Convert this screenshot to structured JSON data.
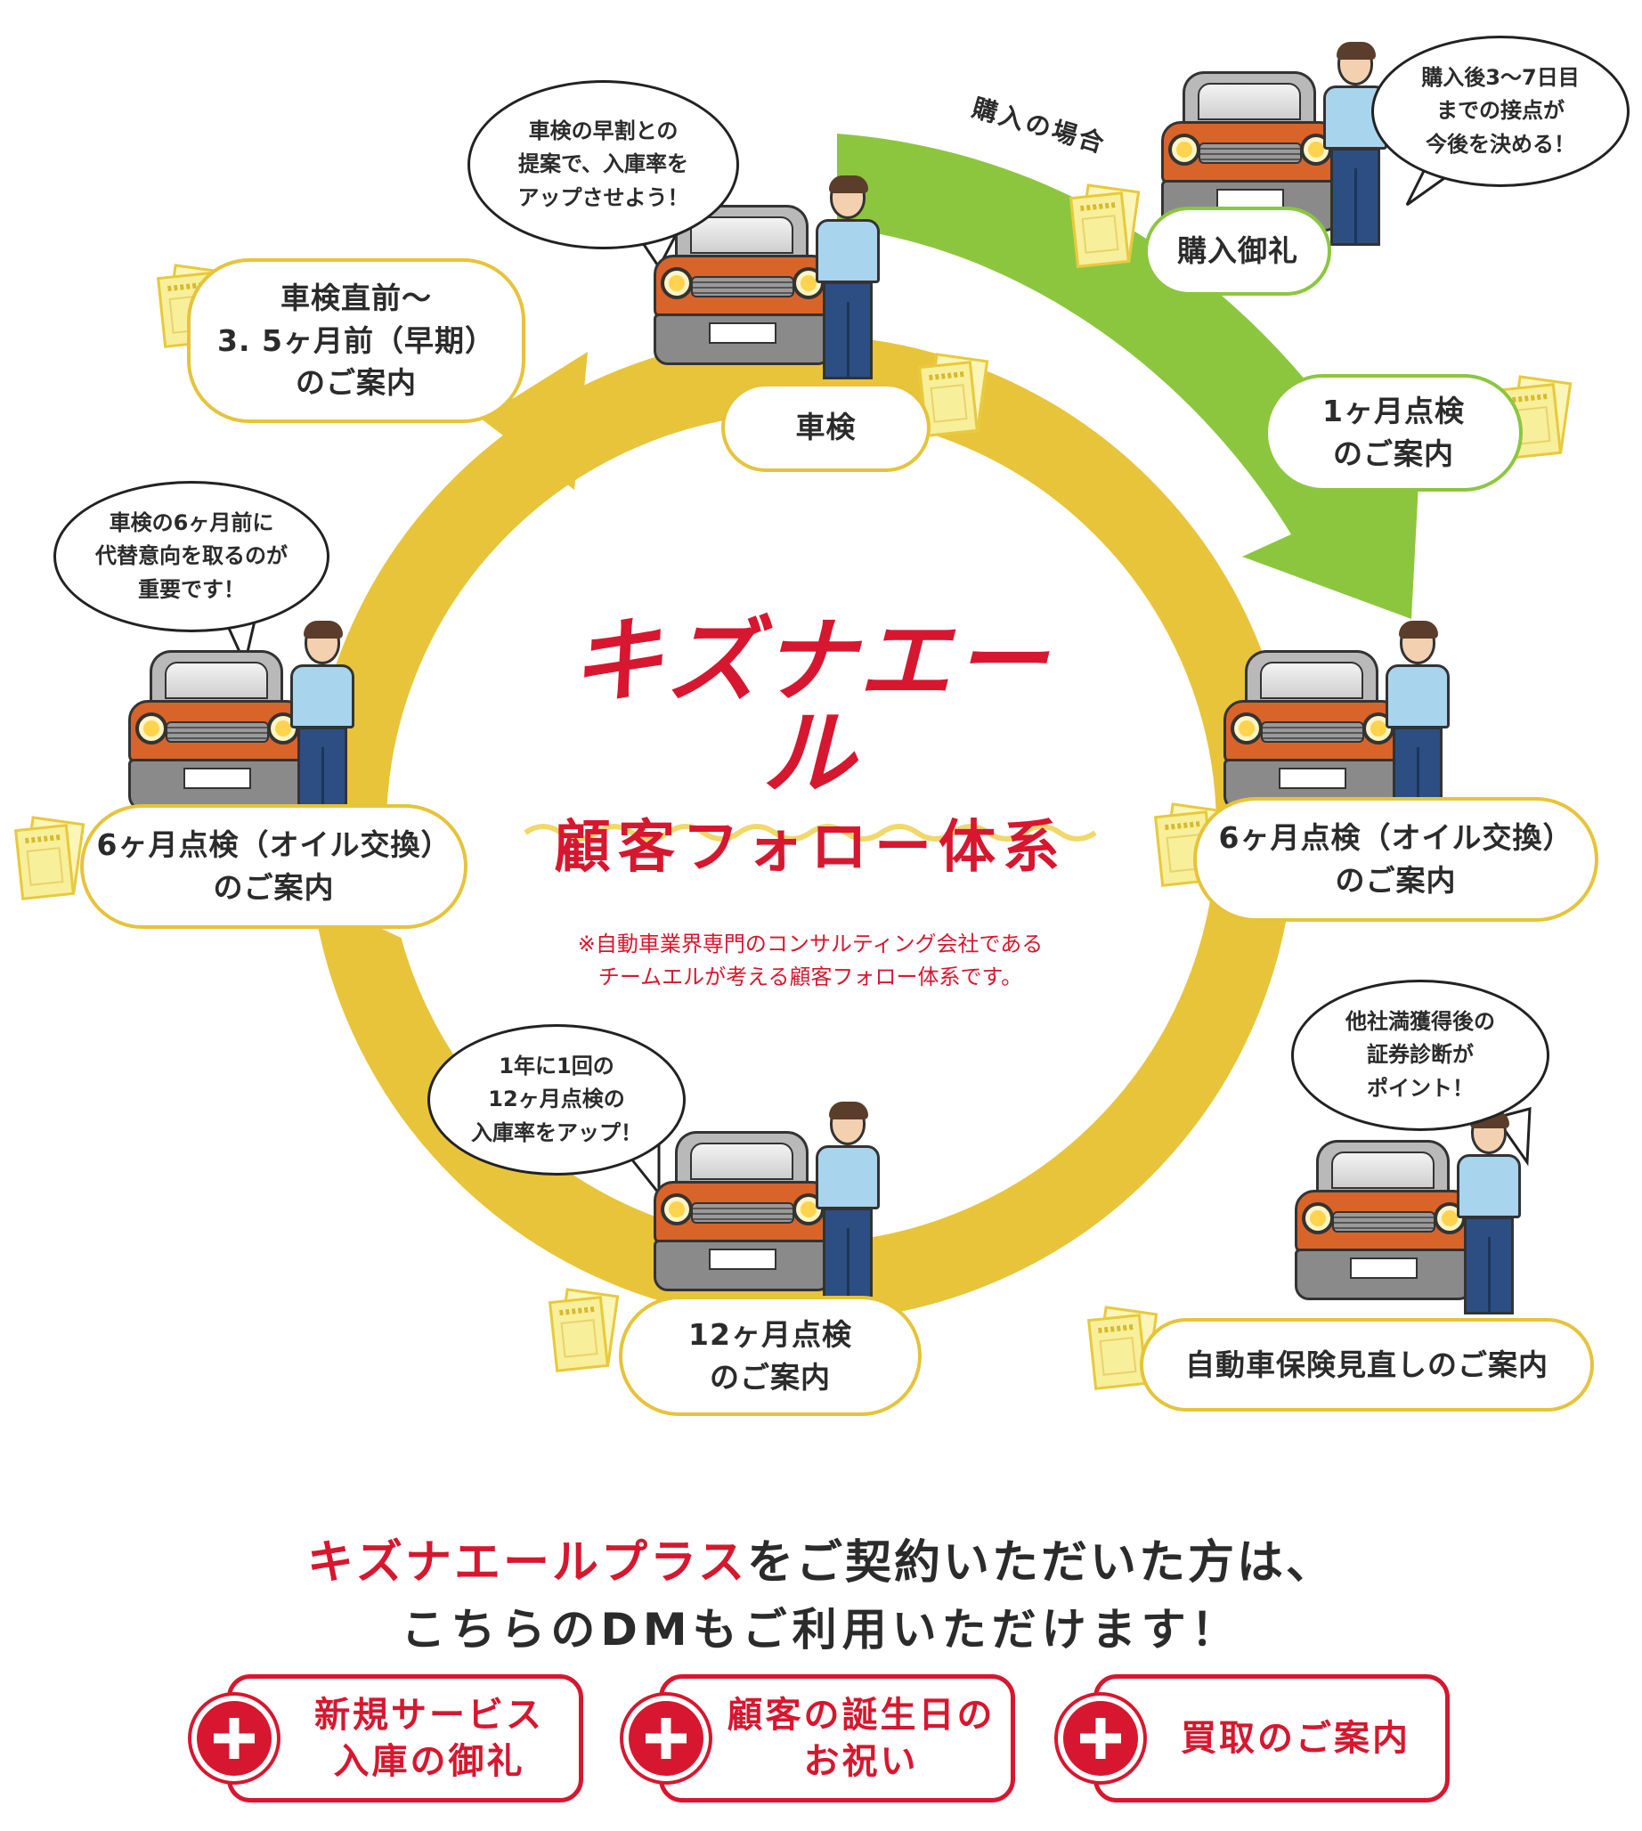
{
  "colors": {
    "red": "#d7172f",
    "cycle_yellow": "#e8c43a",
    "purchase_green": "#8cc63f"
  },
  "center": {
    "title": "キズナエール",
    "subtitle": "顧客フォロー体系",
    "note": "※自動車業界専門のコンサルティング会社である\nチームエルが考える顧客フォロー体系です。"
  },
  "purchase_label": "購入の場合",
  "nodes": {
    "purchase_thanks": "購入御礼",
    "one_month": "1ヶ月点検\nのご案内",
    "six_month_right": "6ヶ月点検（オイル交換）\nのご案内",
    "insurance": "自動車保険見直しのご案内",
    "twelve_month": "12ヶ月点検\nのご案内",
    "six_month_left": "6ヶ月点検（オイル交換）\nのご案内",
    "pre_inspection": "車検直前〜\n3. 5ヶ月前（早期）\nのご案内",
    "inspection": "車検"
  },
  "bubbles": {
    "purchase": "購入後3〜7日目\nまでの接点が\n今後を決める！",
    "inspection": "車検の早割との\n提案で、入庫率を\nアップさせよう！",
    "six_month": "車検の6ヶ月前に\n代替意向を取るのが\n重要です！",
    "twelve_month": "1年に1回の\n12ヶ月点検の\n入庫率をアップ！",
    "insurance": "他社満獲得後の\n証券診断が\nポイント！"
  },
  "plus": {
    "line1_red": "キズナエールプラス",
    "line1_rest": "をご契約いただいた方は、",
    "line2": "こちらのDMもご利用いただけます！",
    "cards": [
      "新規サービス\n入庫の御礼",
      "顧客の誕生日の\nお祝い",
      "買取のご案内"
    ]
  }
}
